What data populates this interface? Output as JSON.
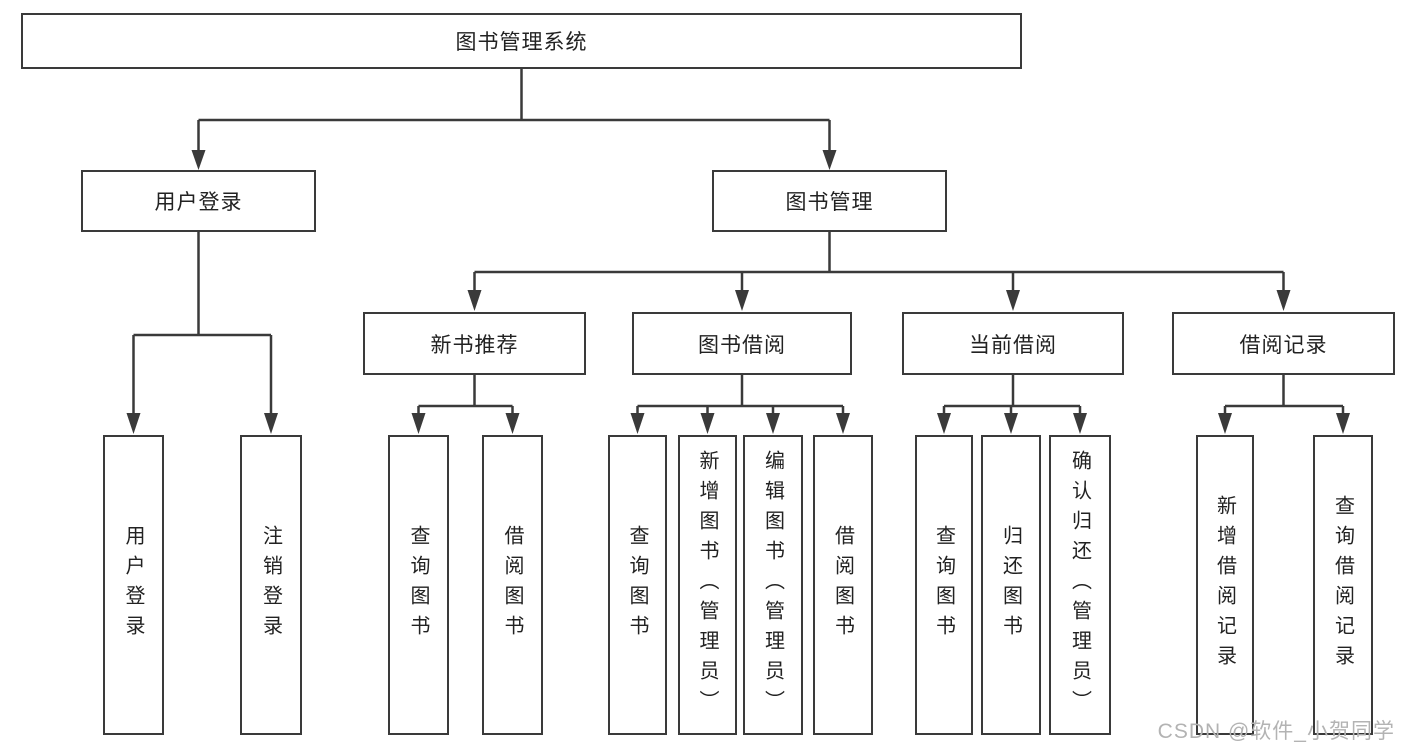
{
  "diagram": {
    "watermark": "CSDN @软件_小贺同学",
    "colors": {
      "line": "#3a3a3a",
      "text": "#222222",
      "watermark": "#b3b3b3",
      "background": "#ffffff"
    },
    "nodes": {
      "root": "图书管理系统",
      "user_login": "用户登录",
      "book_mgmt": "图书管理",
      "new_book_rec": "新书推荐",
      "book_borrow": "图书借阅",
      "current_borrow": "当前借阅",
      "borrow_records": "借阅记录",
      "leaf_user_login": "用户登录",
      "leaf_logout": "注销登录",
      "leaf_nb_query_books": "查询图书",
      "leaf_nb_borrow_books": "借阅图书",
      "leaf_bb_query_books": "查询图书",
      "leaf_bb_add_books_admin": "新增图书（管理员）",
      "leaf_bb_edit_books_admin": "编辑图书（管理员）",
      "leaf_bb_borrow_books": "借阅图书",
      "leaf_cb_query_books": "查询图书",
      "leaf_cb_return_books": "归还图书",
      "leaf_cb_confirm_return_admin": "确认归还（管理员）",
      "leaf_br_add_record": "新增借阅记录",
      "leaf_br_query_record": "查询借阅记录"
    }
  }
}
